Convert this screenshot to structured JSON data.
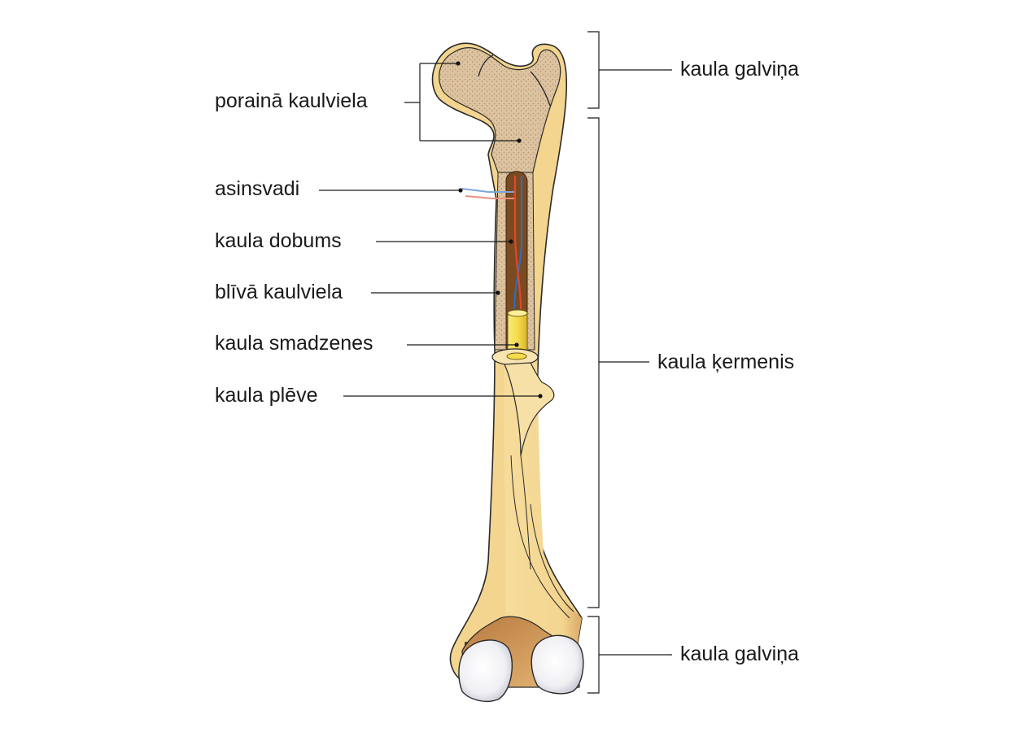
{
  "labels": {
    "porous_bone": "porainā kaulviela",
    "blood_vessels": "asinsvadi",
    "bone_cavity": "kaula dobums",
    "compact_bone": "blīvā kaulviela",
    "bone_marrow": "kaula smadzenes",
    "periosteum": "kaula plēve",
    "head_top": "kaula galviņa",
    "shaft": "kaula ķermenis",
    "head_bottom": "kaula galviņa"
  },
  "colors": {
    "bone": "#F3D590",
    "spongy": "#DDC39F",
    "spongy_dots": "#B39873",
    "cavity": "#7A4A20",
    "marrow": "#F5DC4C",
    "artery": "#E0462E",
    "vein": "#2F6DBF",
    "cartilage": "#F2F2F6",
    "shadow": "#C98E4D"
  }
}
